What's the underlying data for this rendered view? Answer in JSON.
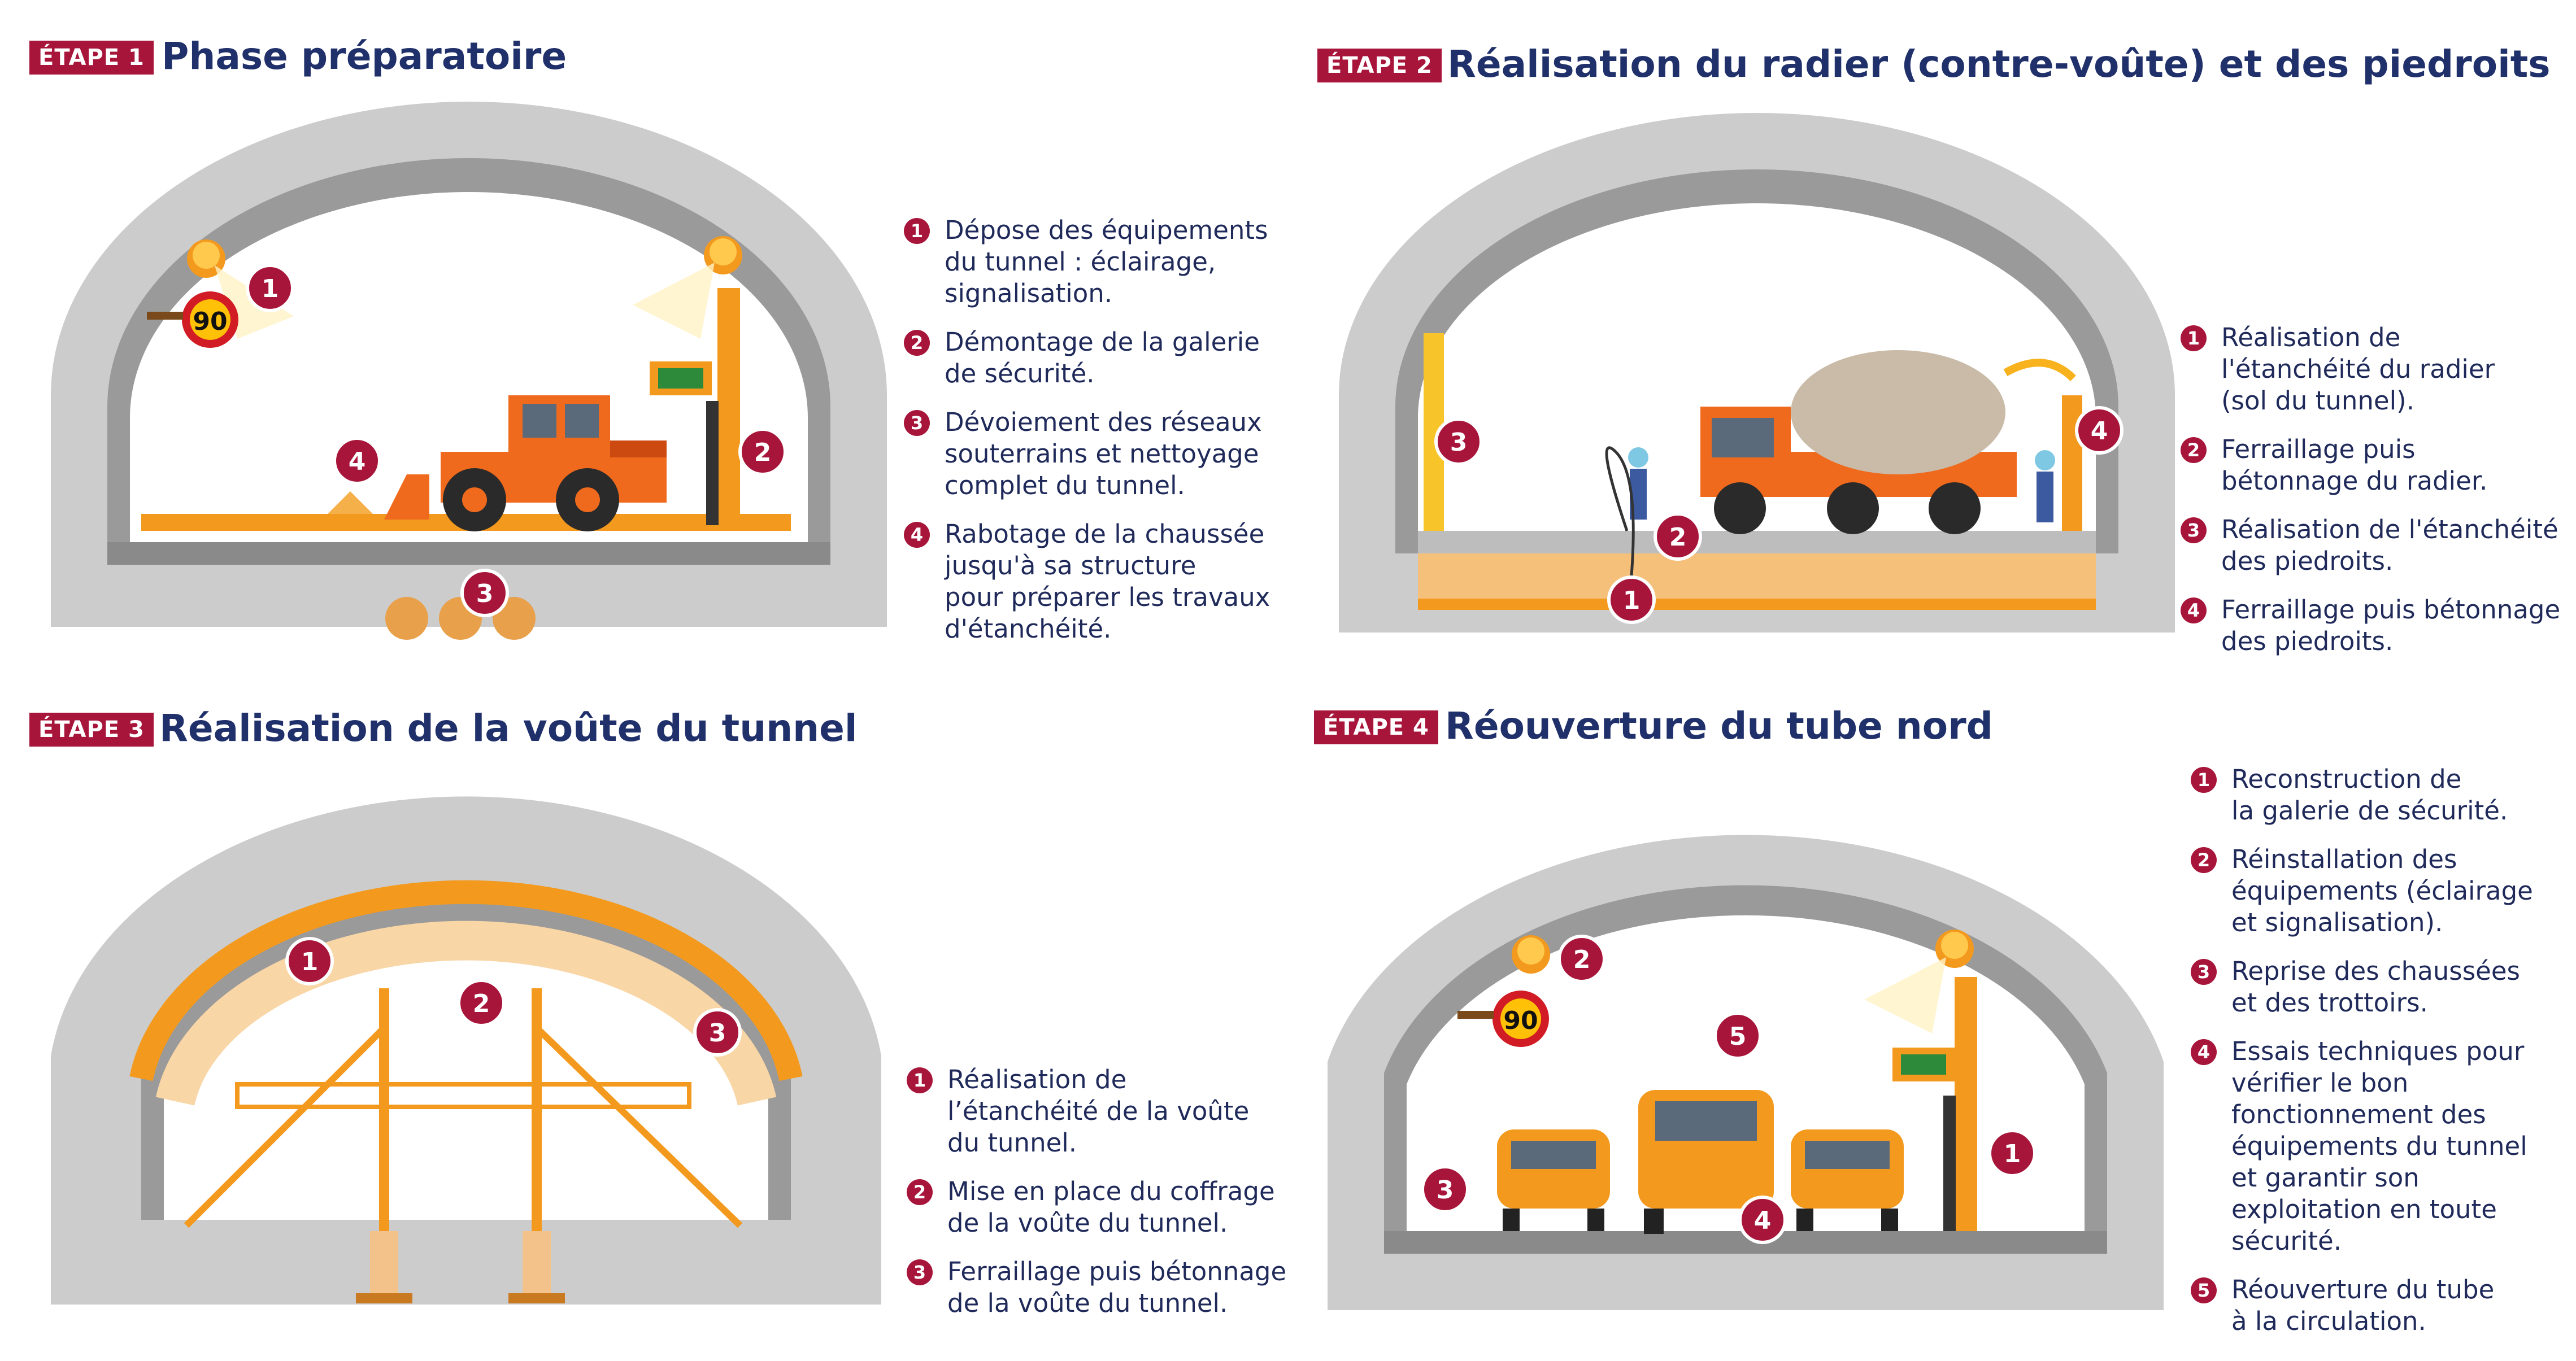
{
  "steps": [
    {
      "tag": "ÉTAPE 1",
      "title": "Phase préparatoire",
      "speed_sign": "90",
      "badges": [
        "1",
        "2",
        "3",
        "4"
      ],
      "items": [
        {
          "num": "1",
          "text": "Dépose des équipements\ndu tunnel : éclairage,\nsignalisation."
        },
        {
          "num": "2",
          "text": "Démontage de la galerie\nde sécurité."
        },
        {
          "num": "3",
          "text": "Dévoiement des réseaux\nsouterrains et nettoyage\ncomplet du tunnel."
        },
        {
          "num": "4",
          "text": "Rabotage de la chaussée\njusqu'à sa structure\npour préparer les travaux\nd'étanchéité."
        }
      ]
    },
    {
      "tag": "ÉTAPE 2",
      "title": "Réalisation du radier (contre-voûte) et des piedroits",
      "badges": [
        "1",
        "2",
        "3",
        "4"
      ],
      "items": [
        {
          "num": "1",
          "text": "Réalisation de\nl'étanchéité du radier\n(sol du tunnel)."
        },
        {
          "num": "2",
          "text": "Ferraillage puis\nbétonnage du radier."
        },
        {
          "num": "3",
          "text": "Réalisation de l'étanchéité\ndes piedroits."
        },
        {
          "num": "4",
          "text": "Ferraillage puis bétonnage\ndes piedroits."
        }
      ]
    },
    {
      "tag": "ÉTAPE 3",
      "title": "Réalisation de la voûte du tunnel",
      "badges": [
        "1",
        "2",
        "3"
      ],
      "items": [
        {
          "num": "1",
          "text": "Réalisation de\nl’étanchéité de la voûte\ndu tunnel."
        },
        {
          "num": "2",
          "text": "Mise en place du coffrage\nde la voûte du tunnel."
        },
        {
          "num": "3",
          "text": "Ferraillage puis bétonnage\nde la voûte du tunnel."
        }
      ]
    },
    {
      "tag": "ÉTAPE 4",
      "title": "Réouverture du tube nord",
      "speed_sign": "90",
      "badges": [
        "1",
        "2",
        "3",
        "4",
        "5"
      ],
      "items": [
        {
          "num": "1",
          "text": "Reconstruction de\nla galerie de sécurité."
        },
        {
          "num": "2",
          "text": "Réinstallation des\néquipements (éclairage\net signalisation)."
        },
        {
          "num": "3",
          "text": "Reprise des chaussées\net des trottoirs."
        },
        {
          "num": "4",
          "text": "Essais techniques pour\nvérifier le bon\nfonctionnement des\néquipements du tunnel\net garantir son\nexploitation en toute\nsécurité."
        },
        {
          "num": "5",
          "text": "Réouverture du tube\nà la circulation."
        }
      ]
    }
  ],
  "colors": {
    "accent": "#a8153a",
    "title": "#20306a",
    "orange": "#f39a1e",
    "concrete": "#cfcfcf",
    "concrete_dark": "#8c8c8c"
  }
}
